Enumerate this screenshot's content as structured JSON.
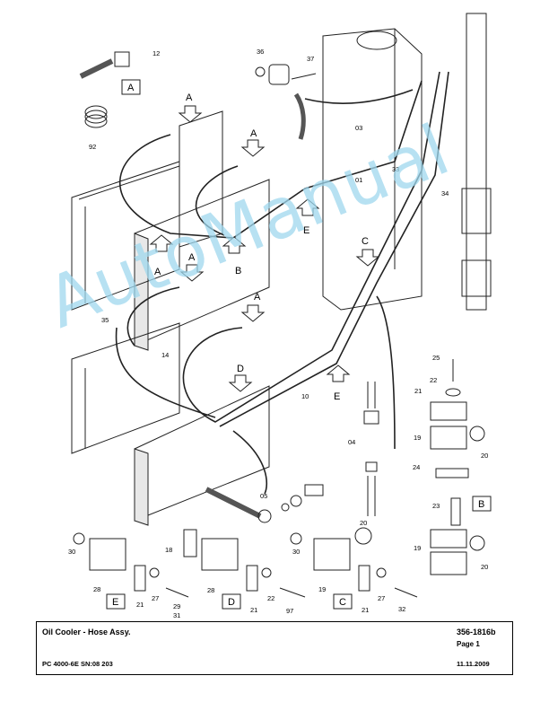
{
  "parts": [
    "12",
    "36",
    "37",
    "92",
    "03",
    "01",
    "33",
    "34",
    "35",
    "14",
    "10",
    "04",
    "05",
    "25",
    "22",
    "21",
    "19",
    "20",
    "24",
    "23",
    "19",
    "20",
    "30",
    "28",
    "18",
    "28",
    "21",
    "27",
    "29",
    "31",
    "21",
    "22",
    "97",
    "20",
    "30",
    "19",
    "21",
    "27",
    "32"
  ],
  "view_labels": [
    "A",
    "A",
    "A",
    "A",
    "A",
    "B",
    "C",
    "D",
    "E",
    "E"
  ],
  "view_boxes": [
    "A",
    "B",
    "C",
    "D",
    "E"
  ],
  "watermark": "AutoManual",
  "title_block": {
    "title": "Oil Cooler - Hose Assy.",
    "drawing_no": "356-1816b",
    "page": "Page 1",
    "model": "PC 4000-6E SN:08 203",
    "date": "11.11.2009"
  }
}
